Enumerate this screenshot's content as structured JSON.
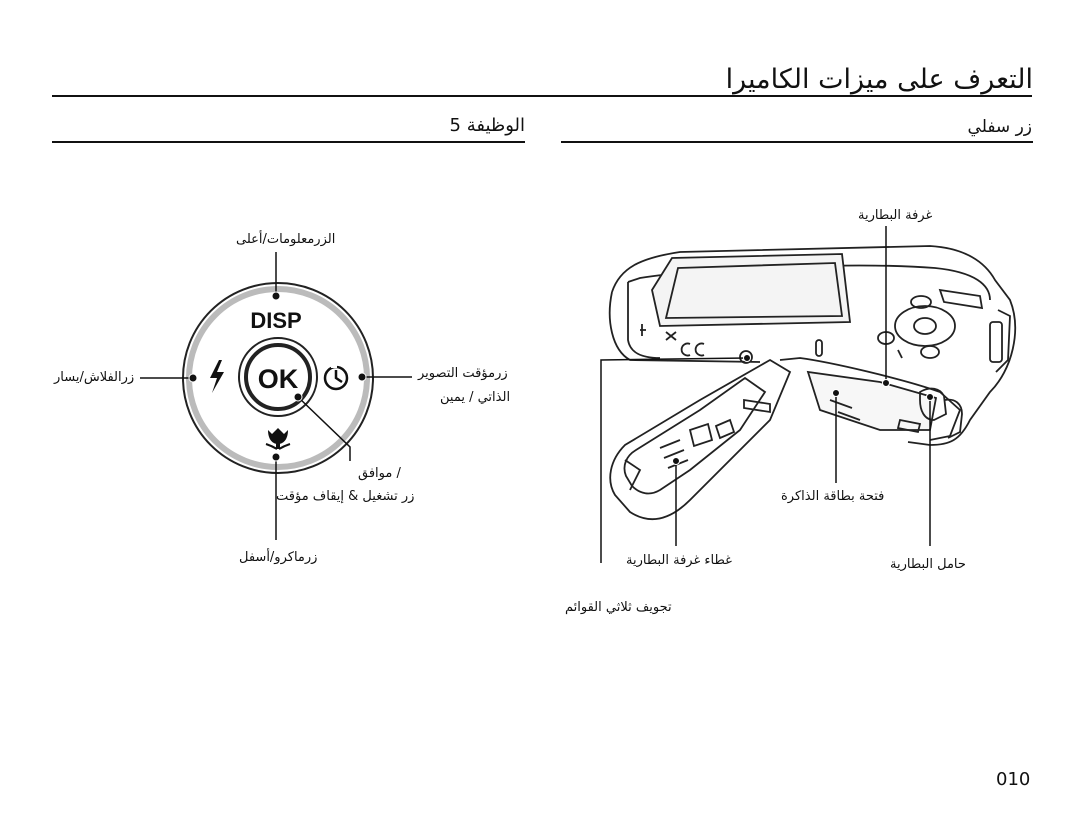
{
  "page": {
    "title": "التعرف على ميزات الكاميرا",
    "section_right": "زر سفلي",
    "section_left": "الوظيفة 5",
    "page_number": "010"
  },
  "dial": {
    "top_button_text": "DISP",
    "center_button_text": "OK",
    "labels": {
      "up": "الزرمعلومات/أعلى",
      "left": "زرالفلاش/يسار",
      "right_line1": "زرمؤقت التصوير",
      "right_line2": "الذاتي / يمين",
      "ok_line1": "/ موافق",
      "ok_line2": "زر تشغيل & إيقاف مؤقت",
      "down": "زرماكرو/أسفل"
    }
  },
  "camera": {
    "labels": {
      "battery_chamber": "غرفة البطارية",
      "memory_card_slot": "فتحة بطاقة الذاكرة",
      "battery_cover": "غطاء غرفة البطارية",
      "battery_holder": "حامل البطارية",
      "tripod_mount": "تجويف ثلاثي القوائم"
    }
  }
}
